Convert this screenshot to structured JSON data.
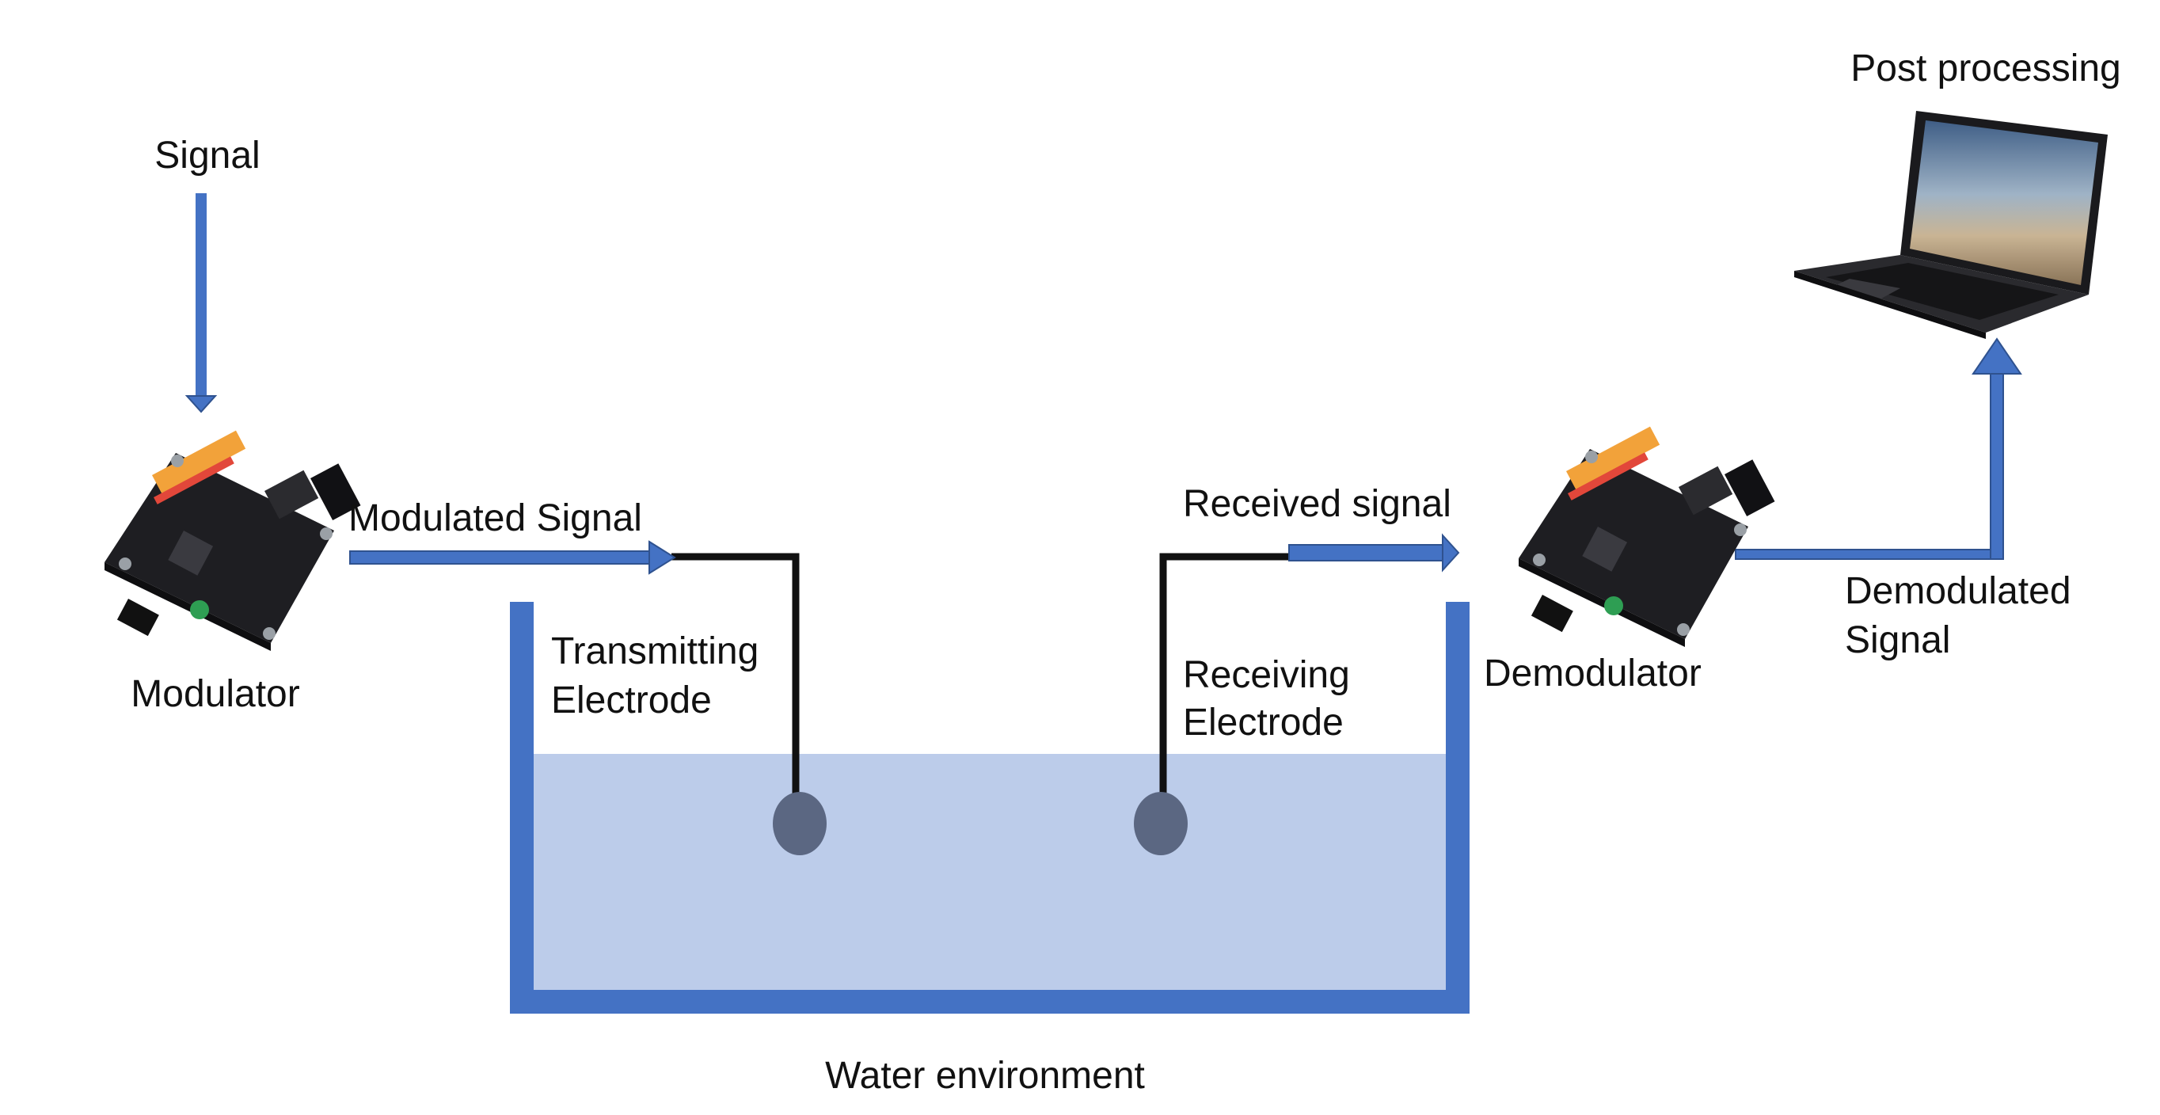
{
  "colors": {
    "arrow": "#4472C4",
    "arrow_stroke": "#2F528F",
    "tank": "#4472C4",
    "water": "#BCCCEA",
    "wire": "#111111",
    "electrode": "#5B6782",
    "board": "#1E1E22",
    "laptop": "#2A2A2E"
  },
  "icons": {
    "modulator": "circuit-board-icon",
    "demodulator": "circuit-board-icon",
    "post_processing": "laptop-icon"
  },
  "labels": {
    "signal": "Signal",
    "modulator": "Modulator",
    "modulated_signal": "Modulated Signal",
    "transmitting_electrode_1": "Transmitting",
    "transmitting_electrode_2": "Electrode",
    "received_signal": "Received signal",
    "receiving_electrode_1": "Receiving",
    "receiving_electrode_2": "Electrode",
    "demodulator": "Demodulator",
    "demodulated_signal_1": "Demodulated",
    "demodulated_signal_2": "Signal",
    "post_processing": "Post processing",
    "water_environment": "Water environment"
  }
}
